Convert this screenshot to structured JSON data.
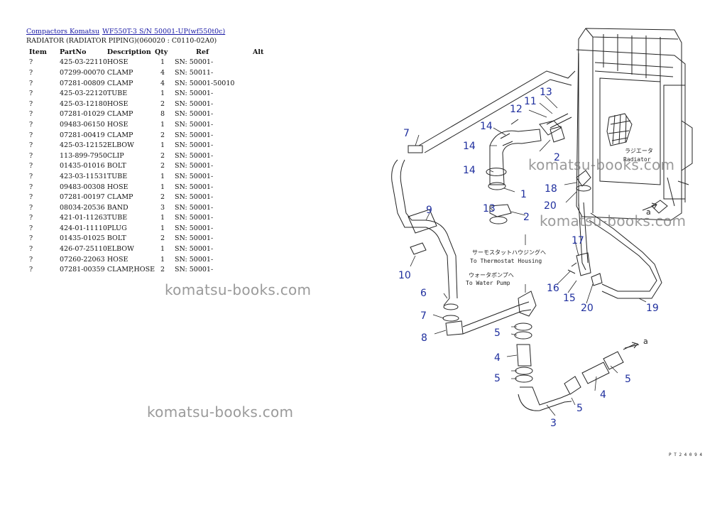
{
  "breadcrumb": {
    "link1": "Compactors Komatsu",
    "link2": "WF550T-3 S/N 50001-UP(wf550t0c)"
  },
  "section_title": "RADIATOR (RADIATOR PIPING)(060020 : C0110-02A0)",
  "table": {
    "headers": {
      "item": "Item",
      "partno": "PartNo",
      "description": "Description",
      "qty": "Qty",
      "ref": "Ref",
      "alt": "Alt"
    },
    "rows": [
      {
        "item": "?",
        "partno": "425-03-22110",
        "description": "HOSE",
        "qty": "1",
        "ref": "SN: 50001-"
      },
      {
        "item": "?",
        "partno": "07299-00070",
        "description": "CLAMP",
        "qty": "4",
        "ref": "SN: 50011-"
      },
      {
        "item": "?",
        "partno": "07281-00809",
        "description": "CLAMP",
        "qty": "4",
        "ref": "SN: 50001-50010"
      },
      {
        "item": "?",
        "partno": "425-03-22120",
        "description": "TUBE",
        "qty": "1",
        "ref": "SN: 50001-"
      },
      {
        "item": "?",
        "partno": "425-03-12180",
        "description": "HOSE",
        "qty": "2",
        "ref": "SN: 50001-"
      },
      {
        "item": "?",
        "partno": "07281-01029",
        "description": "CLAMP",
        "qty": "8",
        "ref": "SN: 50001-"
      },
      {
        "item": "?",
        "partno": "09483-06150",
        "description": "HOSE",
        "qty": "1",
        "ref": "SN: 50001-"
      },
      {
        "item": "?",
        "partno": "07281-00419",
        "description": "CLAMP",
        "qty": "2",
        "ref": "SN: 50001-"
      },
      {
        "item": "?",
        "partno": "425-03-12152",
        "description": "ELBOW",
        "qty": "1",
        "ref": "SN: 50001-"
      },
      {
        "item": "?",
        "partno": "113-899-7950",
        "description": "CLIP",
        "qty": "2",
        "ref": "SN: 50001-"
      },
      {
        "item": "?",
        "partno": "01435-01016",
        "description": "BOLT",
        "qty": "2",
        "ref": "SN: 50001-"
      },
      {
        "item": "?",
        "partno": "423-03-11531",
        "description": "TUBE",
        "qty": "1",
        "ref": "SN: 50001-"
      },
      {
        "item": "?",
        "partno": "09483-00308",
        "description": "HOSE",
        "qty": "1",
        "ref": "SN: 50001-"
      },
      {
        "item": "?",
        "partno": "07281-00197",
        "description": "CLAMP",
        "qty": "2",
        "ref": "SN: 50001-"
      },
      {
        "item": "?",
        "partno": "08034-20536",
        "description": "BAND",
        "qty": "3",
        "ref": "SN: 50001-"
      },
      {
        "item": "?",
        "partno": "421-01-11263",
        "description": "TUBE",
        "qty": "1",
        "ref": "SN: 50001-"
      },
      {
        "item": "?",
        "partno": "424-01-11110",
        "description": "PLUG",
        "qty": "1",
        "ref": "SN: 50001-"
      },
      {
        "item": "?",
        "partno": "01435-01025",
        "description": "BOLT",
        "qty": "2",
        "ref": "SN: 50001-"
      },
      {
        "item": "?",
        "partno": "426-07-25110",
        "description": "ELBOW",
        "qty": "1",
        "ref": "SN: 50001-"
      },
      {
        "item": "?",
        "partno": "07260-22063",
        "description": "HOSE",
        "qty": "1",
        "ref": "SN: 50001-"
      },
      {
        "item": "?",
        "partno": "07281-00359",
        "description": "CLAMP,HOSE",
        "qty": "2",
        "ref": "SN: 50001-"
      }
    ]
  },
  "watermarks": [
    "komatsu-books.com",
    "komatsu-books.com",
    "komatsu-books.com",
    "komatsu-books.com"
  ],
  "diagram": {
    "callouts": [
      "1",
      "2",
      "2",
      "3",
      "4",
      "4",
      "5",
      "5",
      "5",
      "5",
      "6",
      "7",
      "7",
      "8",
      "9",
      "10",
      "11",
      "12",
      "13",
      "13",
      "14",
      "14",
      "14",
      "15",
      "16",
      "17",
      "18",
      "19",
      "20",
      "20"
    ],
    "arrow_label_a": "a",
    "radiator_label_jp": "ラジエータ",
    "radiator_label_en": "Radiator",
    "thermostat_label_jp": "サーモスタットハウジングへ",
    "thermostat_label_en": "To Thermostat Housing",
    "waterpump_label_jp": "ウォータポンプへ",
    "waterpump_label_en": "To Water Pump",
    "drawing_code": "P T 2 4 0 9 4",
    "colors": {
      "callout": "#1f2f9e",
      "line": "#222222"
    }
  }
}
